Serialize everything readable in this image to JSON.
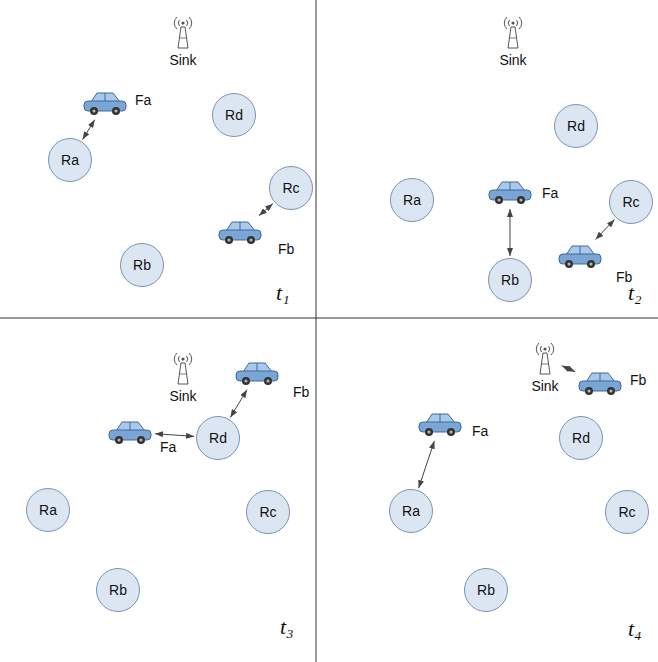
{
  "diagram": {
    "nodes": [
      {
        "text": [
          "Sink"
        ]
      },
      {
        "text": [
          "Ra"
        ]
      },
      {
        "text": [
          "Rb"
        ]
      },
      {
        "text": [
          "Rc"
        ]
      },
      {
        "text": [
          "Rd"
        ]
      },
      {
        "text": [
          "Fa"
        ]
      },
      {
        "text": [
          "Fb"
        ]
      },
      {
        "text": [
          "Sink"
        ]
      },
      {
        "text": [
          "Ra"
        ]
      },
      {
        "text": [
          "Rb"
        ]
      },
      {
        "text": [
          "Rc"
        ]
      },
      {
        "text": [
          "Rd"
        ]
      },
      {
        "text": [
          "Fa"
        ]
      },
      {
        "text": [
          "Fb"
        ]
      },
      {
        "text": [
          "Sink"
        ]
      },
      {
        "text": [
          "Ra"
        ]
      },
      {
        "text": [
          "Rb"
        ]
      },
      {
        "text": [
          "Rc"
        ]
      },
      {
        "text": [
          "Rd"
        ]
      },
      {
        "text": [
          "Fa"
        ]
      },
      {
        "text": [
          "Fb"
        ]
      },
      {
        "text": [
          "Sink"
        ]
      },
      {
        "text": [
          "Ra"
        ]
      },
      {
        "text": [
          "Rb"
        ]
      },
      {
        "text": [
          "Rc"
        ]
      },
      {
        "text": [
          "Rd"
        ]
      },
      {
        "text": [
          "Fa"
        ]
      },
      {
        "text": [
          "Fb"
        ]
      }
    ],
    "edges": [
      {
        "from": 5,
        "to": 1,
        "arrow": "both"
      },
      {
        "from": 6,
        "to": 3,
        "arrow": "both"
      },
      {
        "from": 12,
        "to": 9,
        "arrow": "both"
      },
      {
        "from": 13,
        "to": 10,
        "arrow": "both"
      },
      {
        "from": 19,
        "to": 18,
        "arrow": "both"
      },
      {
        "from": 20,
        "to": 18,
        "arrow": "both"
      },
      {
        "from": 26,
        "to": 22,
        "arrow": "both"
      },
      {
        "from": 27,
        "to": 21,
        "arrow": "both"
      }
    ],
    "labels": [
      "t₁",
      "t₂",
      "t₃",
      "t₄"
    ]
  }
}
